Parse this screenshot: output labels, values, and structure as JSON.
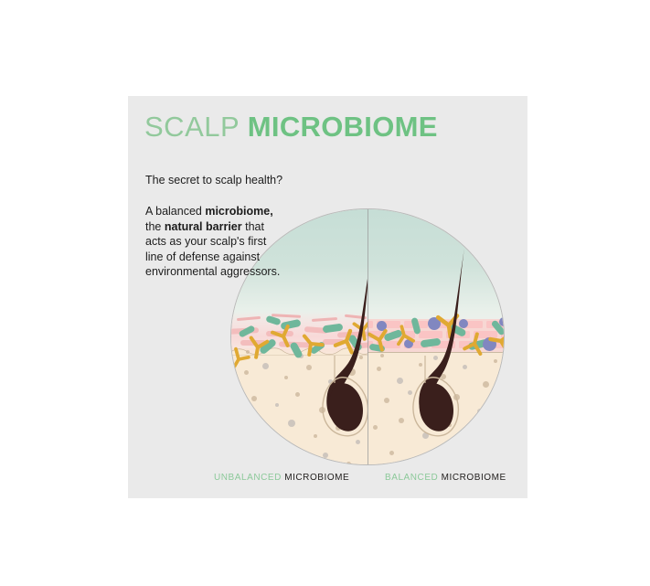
{
  "page": {
    "background_color": "#ffffff"
  },
  "card": {
    "background_color": "#eaeaea",
    "title": {
      "light_part": "SCALP",
      "bold_part": "MICROBIOME",
      "light_color": "#92c99c",
      "bold_color": "#6ec283"
    },
    "lede": "The secret to scalp health?",
    "paragraph": {
      "segments": [
        {
          "text": "A balanced ",
          "bold": false
        },
        {
          "text": "microbiome,",
          "bold": true
        },
        {
          "text": " the ",
          "bold": false
        },
        {
          "text": "natural barrier",
          "bold": true
        },
        {
          "text": " that acts as your scalp's first line of defense against environmental aggressors.",
          "bold": false
        }
      ],
      "plain": "A balanced microbiome, the natural barrier that acts as your scalp's first line of defense against environmental aggressors."
    },
    "captions": {
      "left": {
        "emphasis": "UNBALANCED",
        "rest": "MICROBIOME",
        "emphasis_color": "#8cc99a",
        "rest_color": "#23201f"
      },
      "right": {
        "emphasis": "BALANCED",
        "rest": "MICROBIOME",
        "emphasis_color": "#8cc99a",
        "rest_color": "#23201f"
      }
    },
    "illustration": {
      "name": "scalp-cross-section-diagram",
      "shape": "circle",
      "split": "vertical-center-divider",
      "layers": {
        "air_color": "#c6ded6",
        "dermis_color": "#f8ead6",
        "barrier_color": "#fac4c4",
        "hair_color": "#3a1f1c"
      },
      "left_side": {
        "label": "unbalanced",
        "barrier_style": "broken-wavy-fragments",
        "microbes": [
          "green-rod-bacteria",
          "yellow-branched-fungi"
        ]
      },
      "right_side": {
        "label": "balanced",
        "barrier_style": "intact-brick-wall",
        "microbes": [
          "green-rod-bacteria",
          "yellow-branched-fungi",
          "purple-round-cells"
        ]
      }
    }
  }
}
